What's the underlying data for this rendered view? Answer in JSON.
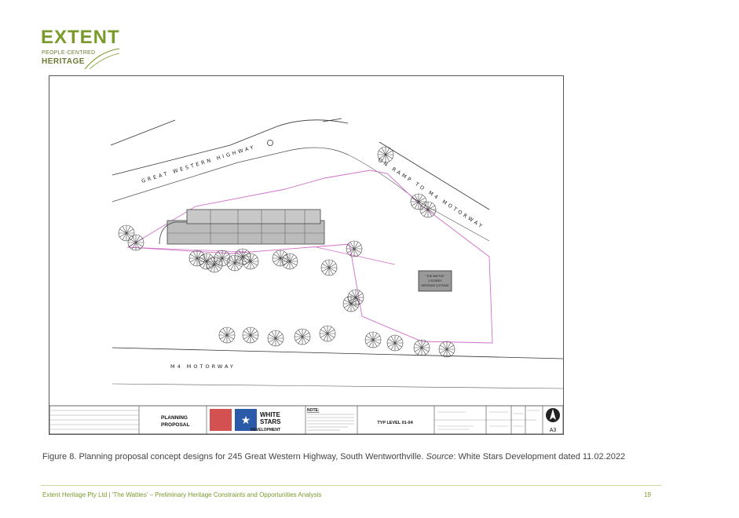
{
  "logo": {
    "main": "EXTENT",
    "line1": "PEOPLE-CENTRED",
    "line2": "HERITAGE",
    "color": "#7a9a2c"
  },
  "drawing": {
    "roads": {
      "great_western": "GREAT WESTERN HIGHWAY",
      "on_ramp": "ON RAMP TO M4 MOTORWAY",
      "m4": "M4 MOTORWAY"
    },
    "cottage_label": [
      "\"THE WATTLE\"",
      "2 STOREY",
      "HERITAGE COTTAGE"
    ],
    "title_block": {
      "planning": [
        "PLANNING",
        "PROPOSAL"
      ],
      "client": [
        "WHITE",
        "STARS",
        "DEVELOPMENT"
      ],
      "note_label": "NOTE:",
      "drawing_title": "TYP LEVEL 01-04",
      "sheet_size": "A3"
    }
  },
  "caption": {
    "prefix": "Figure 8. Planning proposal concept designs for 245 Great Western Highway, South Wentworthville. ",
    "source_label": "Source",
    "suffix": ": White Stars Development dated 11.02.2022"
  },
  "footer": {
    "text": "Extent Heritage Pty Ltd | 'The Watties' – Preliminary Heritage Constraints and Opportunities Analysis",
    "page": "19"
  }
}
